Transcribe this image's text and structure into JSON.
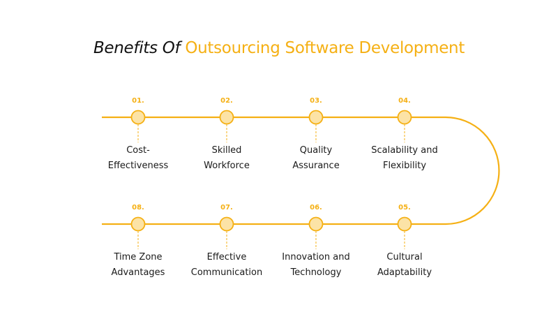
{
  "title": {
    "prefix": "Benefits Of",
    "highlight": "Outsourcing Software Development"
  },
  "colors": {
    "accent": "#F5B014",
    "node_fill": "#FCE3A6",
    "text": "#1a1a1a"
  },
  "steps": [
    {
      "number": "01.",
      "line1": "Cost-",
      "line2": "Effectiveness"
    },
    {
      "number": "02.",
      "line1": "Skilled",
      "line2": "Workforce"
    },
    {
      "number": "03.",
      "line1": "Quality",
      "line2": "Assurance"
    },
    {
      "number": "04.",
      "line1": "Scalability and",
      "line2": "Flexibility"
    },
    {
      "number": "05.",
      "line1": "Cultural",
      "line2": "Adaptability"
    },
    {
      "number": "06.",
      "line1": "Innovation and",
      "line2": "Technology"
    },
    {
      "number": "07.",
      "line1": "Effective",
      "line2": "Communication"
    },
    {
      "number": "08.",
      "line1": "Time Zone",
      "line2": "Advantages"
    }
  ]
}
